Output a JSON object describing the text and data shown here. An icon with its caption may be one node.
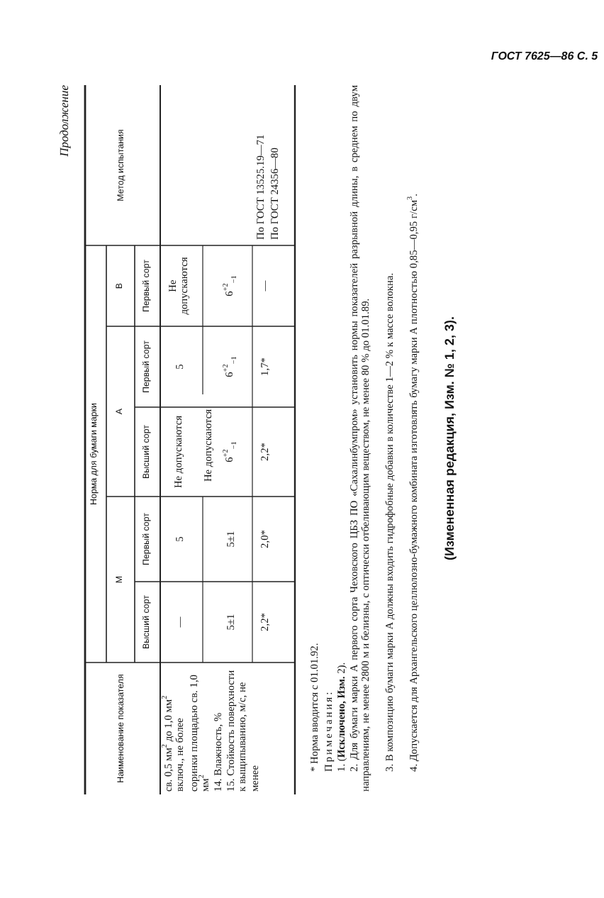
{
  "diagram": {
    "labels": [
      "ГОСТ 7625—86 С. 5",
      "Продолжение",
      "Наименование показателя",
      "Норма для бумаги марки",
      "Метод испытания",
      "М",
      "А",
      "В",
      "Высший сорт",
      "Первый сорт",
      "Высший сорт",
      "Первый сорт",
      "Первый сорт",
      "св. 0,5 мм$^{2}$ до 1,0 мм$^{2}$ включ., не более",
      "—",
      "5",
      "Не допускаются",
      "5",
      "Не допускаются",
      "соринки площадью св. 1,0 мм$^{2}$",
      "Не допускаются",
      "14. Влажность, %",
      "5±1",
      "5±1",
      "6$^{+2}$$_{−1}$",
      "6$^{+2}$$_{−1}$",
      "6$^{+2}$$_{−1}$",
      "По ГОСТ 13525.19—71",
      "15. Стойкость поверхности к выщипыванию, м/с, не менее",
      "2,2*",
      "2,0*",
      "2,2*",
      "1,7*",
      "—",
      "По ГОСТ 24356—80",
      "* Норма вводится с 01.01.92.",
      "Примечания:",
      "1. (**Исключено, Изм.** 2).",
      "2. Для бумаги марки А первого сорта Чеховского ЦБЗ ПО «Сахалинбумпром» установить нормы показателей разрывной длины, в среднем по двум направлениям, не менее 2800 м и белизны, с оптически отбеливающим веществом, не менее 80 % до 01.01.89.",
      "3. В композицию бумаги марки А должны входить гидрофобные добавки в количестве 1—2 % к массе волокна.",
      "4. Допускается для Архангельского целлюлозно-бумажного комбината изготовлять бумагу марки А плотностью 0,85—0,95 г/см$^{3}$.",
      "(Измененная редакция, Изм. № 1, 2, 3)."
    ]
  }
}
